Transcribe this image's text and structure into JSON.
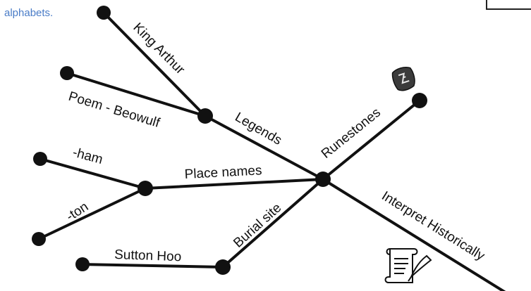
{
  "top_text": "alphabets.",
  "labels": {
    "king_arthur": "King Arthur",
    "poem_beowulf": "Poem - Beowulf",
    "legends": "Legends",
    "runestones": "Runestones",
    "ham": "-ham",
    "ton": "-ton",
    "place_names": "Place names",
    "burial_site": "Burial site",
    "sutton_hoo": "Sutton Hoo",
    "interpret_historically": "Interpret Historically"
  },
  "icons": [
    "runestone-icon",
    "scroll-quill-icon"
  ],
  "colors": {
    "line": "#111111",
    "node": "#111111",
    "top_text": "#4a7cc7"
  }
}
